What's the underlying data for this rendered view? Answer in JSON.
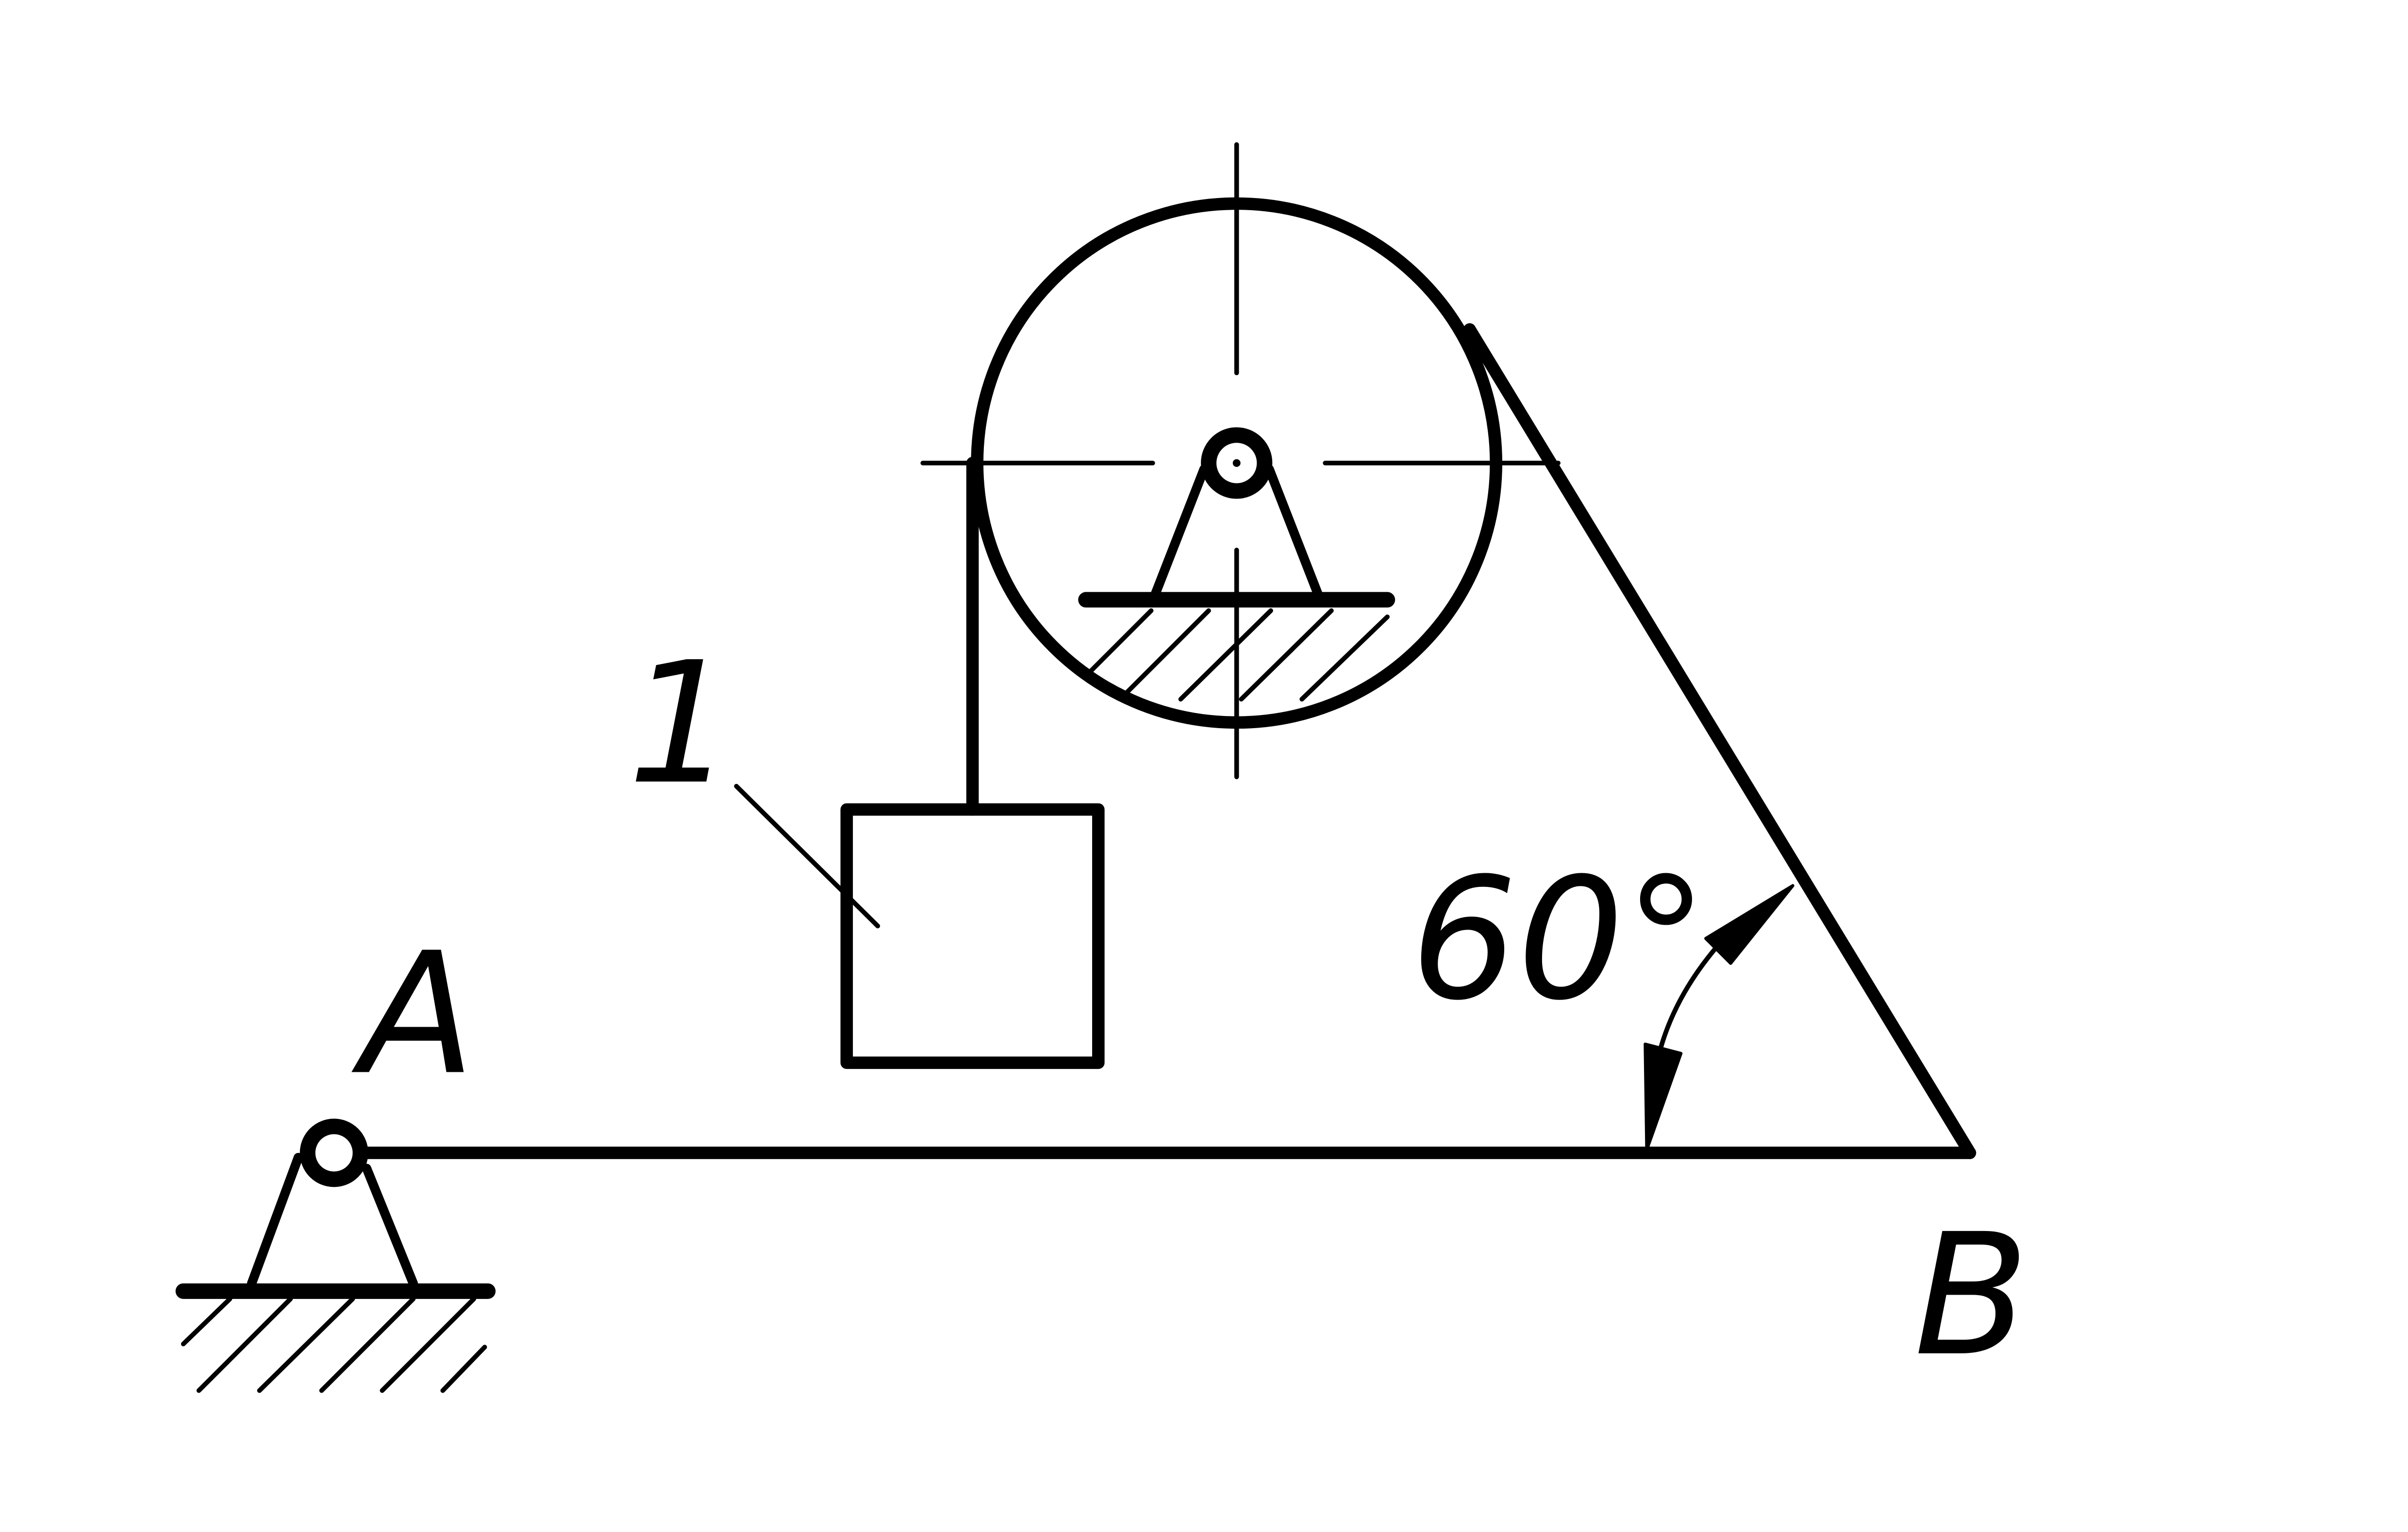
{
  "diagram": {
    "labels": {
      "point_a": "A",
      "point_b": "B",
      "body_number": "1",
      "angle": "60°"
    },
    "colors": {
      "stroke": "#000000",
      "background": "#ffffff"
    }
  }
}
